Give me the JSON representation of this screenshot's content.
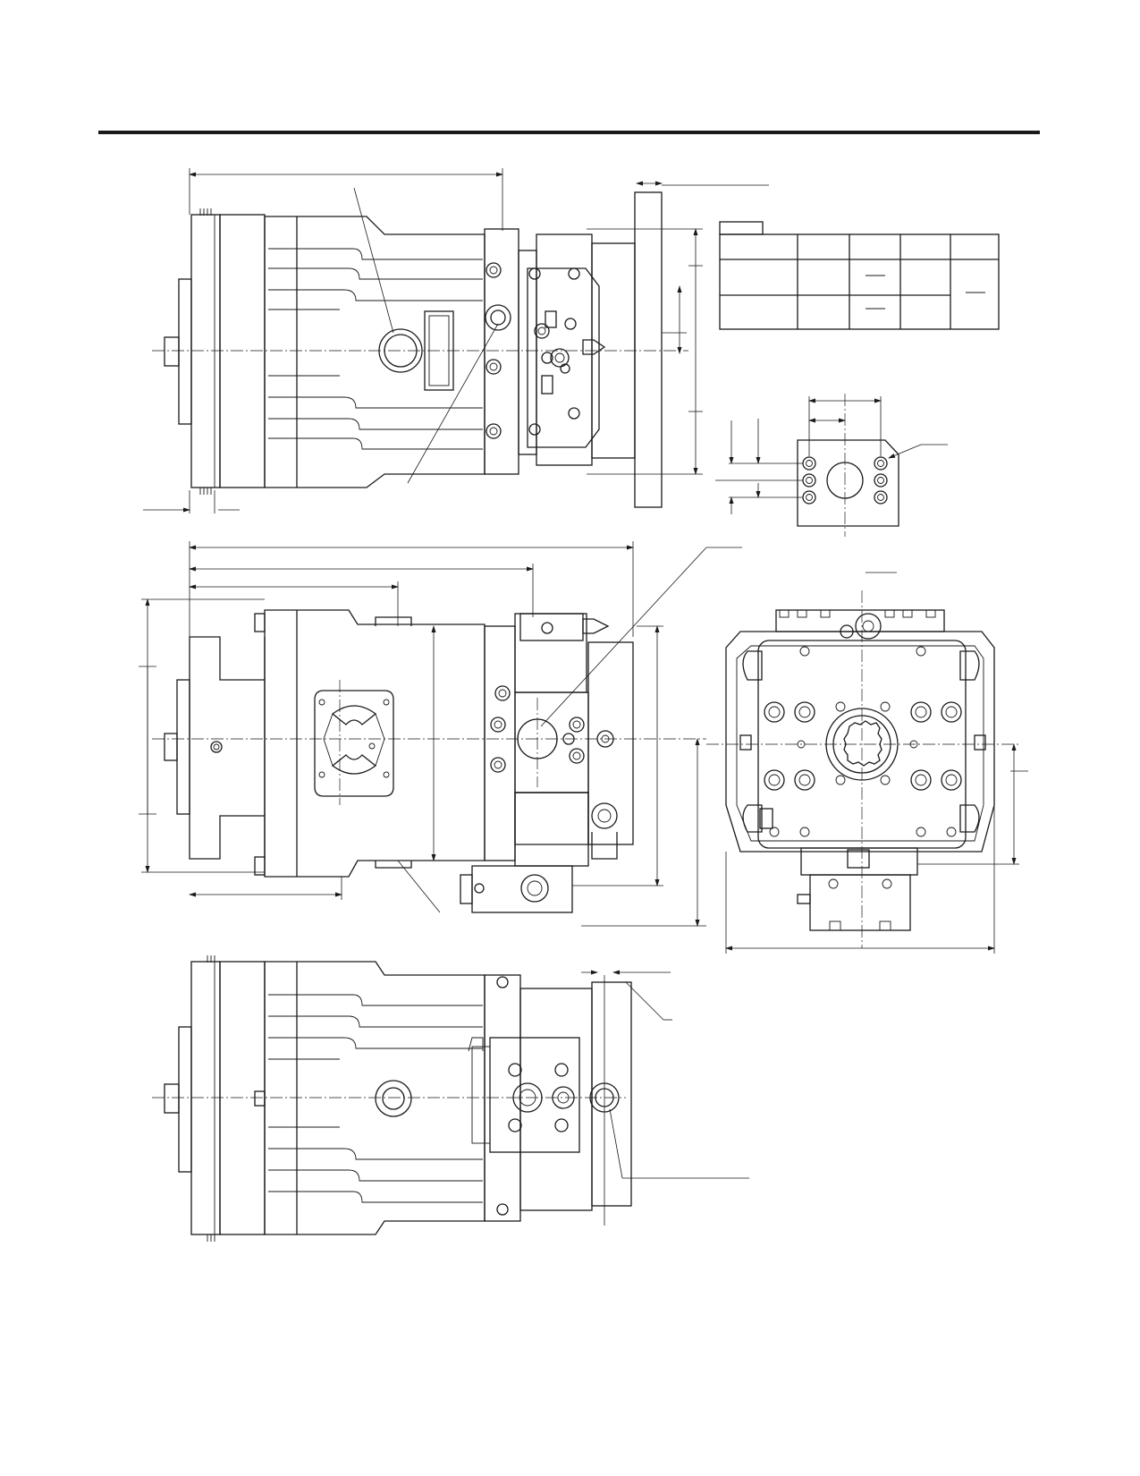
{
  "page": {
    "title": "",
    "views": [
      "top-view",
      "side-view",
      "end-view",
      "bottom-view",
      "port-detail"
    ],
    "port_table": {
      "rows": 3,
      "columns": 5,
      "cells": []
    },
    "stroke_color": "#1a1a1a",
    "background_color": "#ffffff"
  }
}
